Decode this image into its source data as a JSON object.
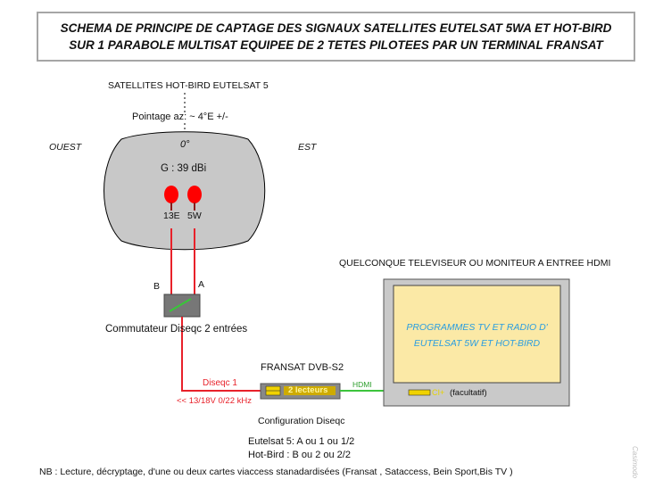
{
  "title": {
    "line1": "SCHEMA DE PRINCIPE DE CAPTAGE DES SIGNAUX SATELLITES EUTELSAT 5WA  ET  HOT-BIRD",
    "line2": "SUR 1 PARABOLE MULTISAT EQUIPEE DE 2 TETES PILOTEES PAR UN TERMINAL FRANSAT"
  },
  "satellites_label": "SATELLITES  HOT-BIRD EUTELSAT 5",
  "pointing_label": "Pointage az: ~ 4°E +/-",
  "west_label": "OUEST",
  "east_label": "EST",
  "dish": {
    "zero_label": "0°",
    "gain_label": "G : 39 dBi",
    "lnb_left_label": "13E",
    "lnb_right_label": "5W"
  },
  "switch": {
    "input_b": "B",
    "input_a": "A",
    "label": "Commutateur Diseqc 2 entrées"
  },
  "tv": {
    "heading": "QUELCONQUE TELEVISEUR OU MONITEUR A ENTREE HDMI",
    "screen_line1": "PROGRAMMES TV ET RADIO D'",
    "screen_line2": "EUTELSAT 5W ET HOT-BIRD",
    "ci_label": "CI+",
    "ci_note": "(facultatif)"
  },
  "receiver": {
    "name": "FRANSAT DVB-S2",
    "readers_label": "2 lecteurs",
    "hdmi_label": "HDMI",
    "diseqc_label": "Diseqc 1",
    "voltage_label": "<< 13/18V  0/22 kHz",
    "config_title": "Configuration Diseqc",
    "config_line1": "Eutelsat 5: A ou 1 ou 1/2",
    "config_line2": "Hot-Bird : B ou 2 ou 2/2"
  },
  "note": "NB : Lecture, décryptage, d'une ou deux cartes viaccess stanadardisées (Fransat , Sataccess, Bein Sport,Bis TV )",
  "watermark": "Casimodo",
  "colors": {
    "cable": "#e8212a",
    "hdmi": "#3cc43c",
    "dish": "#c8c8c8",
    "lnb": "#ff0000",
    "tv_frame": "#c9c9c9",
    "tv_screen": "#fbe9a6",
    "screen_text": "#2a9de0",
    "receiver_body": "#888888",
    "readers_fill": "#f0d200"
  }
}
